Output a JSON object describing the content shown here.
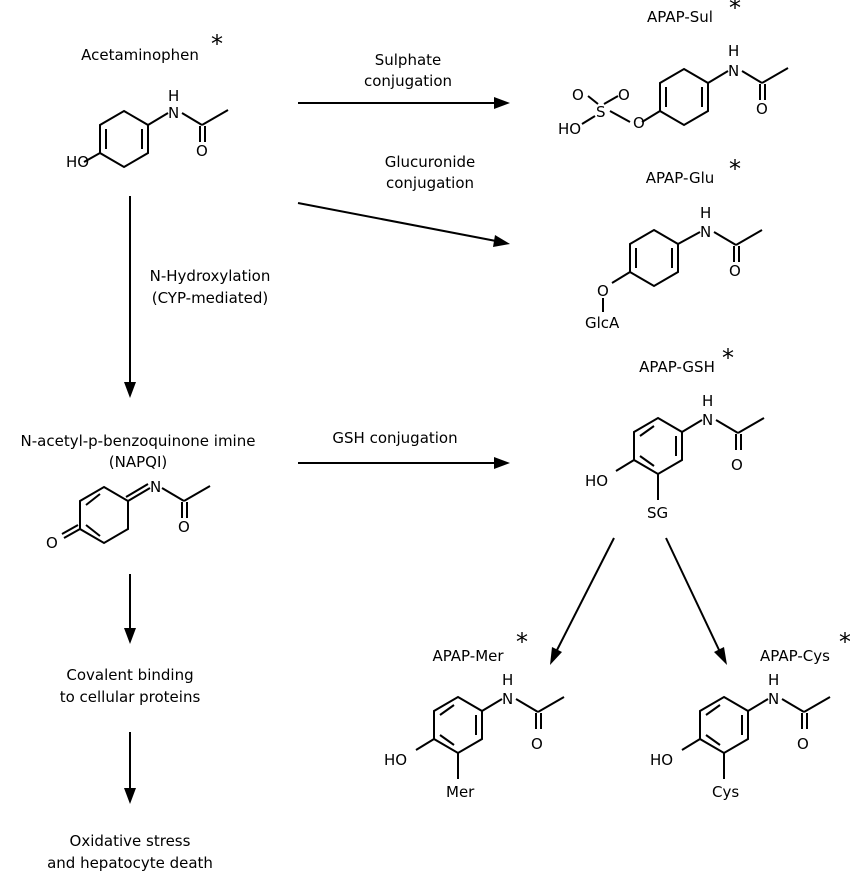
{
  "compounds": {
    "acetaminophen": {
      "name": "Acetaminophen",
      "star": "*",
      "ho": "HO",
      "nh_n": "N",
      "nh_h": "H",
      "o": "O"
    },
    "napqi": {
      "name_line1": "N-acetyl-p-benzoquinone imine",
      "name_line2": "(NAPQI)",
      "n": "N",
      "o_ring": "O",
      "o_acyl": "O"
    },
    "apap_sul": {
      "name": "APAP-Sul",
      "star": "*",
      "n": "N",
      "h": "H",
      "o": "O",
      "ho": "HO",
      "s": "S",
      "o_s1": "O",
      "o_s2": "O",
      "o_link": "O"
    },
    "apap_glu": {
      "name": "APAP-Glu",
      "star": "*",
      "n": "N",
      "h": "H",
      "o": "O",
      "o_link": "O",
      "glca": "GlcA"
    },
    "apap_gsh": {
      "name": "APAP-GSH",
      "star": "*",
      "n": "N",
      "h": "H",
      "o": "O",
      "ho": "HO",
      "sg": "SG"
    },
    "apap_mer": {
      "name": "APAP-Mer",
      "star": "*",
      "n": "N",
      "h": "H",
      "o": "O",
      "ho": "HO",
      "sub": "Mer"
    },
    "apap_cys": {
      "name": "APAP-Cys",
      "star": "*",
      "n": "N",
      "h": "H",
      "o": "O",
      "ho": "HO",
      "sub": "Cys"
    }
  },
  "reactions": {
    "sulphate": {
      "line1": "Sulphate",
      "line2": "conjugation"
    },
    "glucuronide": {
      "line1": "Glucuronide",
      "line2": "conjugation"
    },
    "hydroxylation": {
      "line1": "N-Hydroxylation",
      "line2": "(CYP-mediated)"
    },
    "gsh": {
      "line1": "GSH conjugation"
    }
  },
  "outcomes": {
    "binding": {
      "line1": "Covalent binding",
      "line2": "to cellular proteins"
    },
    "stress": {
      "line1": "Oxidative stress",
      "line2": "and hepatocyte death"
    }
  }
}
